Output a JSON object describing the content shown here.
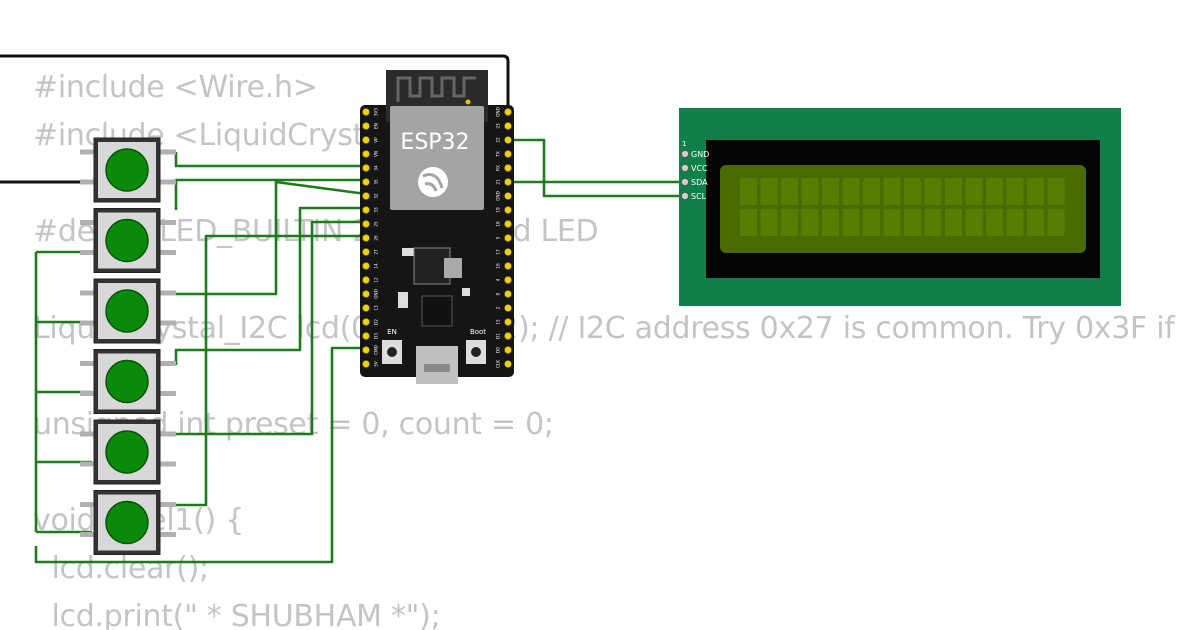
{
  "code": {
    "lines": [
      "#include <Wire.h>",
      "#include <LiquidCrystal_I2C.h>",
      "#define LED_BUILTIN 2 // onboard LED",
      "LiquidCrystal_I2C lcd(0x27, 16, 2); // I2C address 0x27 is common. Try 0x3F if",
      "unsigned int preset = 0, count = 0;",
      "void level1() {",
      "  lcd.clear();",
      "  lcd.print(\" * SHUBHAM *\");"
    ]
  },
  "esp32": {
    "label": "ESP32",
    "en_label": "EN",
    "boot_label": "Boot",
    "left_pins": [
      "3V3",
      "EN",
      "VP",
      "VN",
      "34",
      "35",
      "32",
      "33",
      "25",
      "26",
      "27",
      "14",
      "12",
      "GND",
      "13",
      "D2",
      "D3",
      "CMD",
      "5V"
    ],
    "right_pins": [
      "GND",
      "23",
      "22",
      "TX",
      "RX",
      "21",
      "GND",
      "19",
      "18",
      "5",
      "17",
      "16",
      "4",
      "0",
      "2",
      "15",
      "D1",
      "D0",
      "CLK"
    ]
  },
  "lcd": {
    "pin_one": "1",
    "pins": [
      "GND",
      "VCC",
      "SDA",
      "SCL"
    ],
    "columns": 16,
    "rows": 2
  },
  "buttons": {
    "count": 6
  },
  "colors": {
    "wire": "#1d7a1d",
    "wire_black": "#111111",
    "pcb": "#0f8048",
    "lcd_screen": "#4a6b00",
    "button_cap": "#0a8a0a",
    "code_text": "#c4c4c4"
  }
}
